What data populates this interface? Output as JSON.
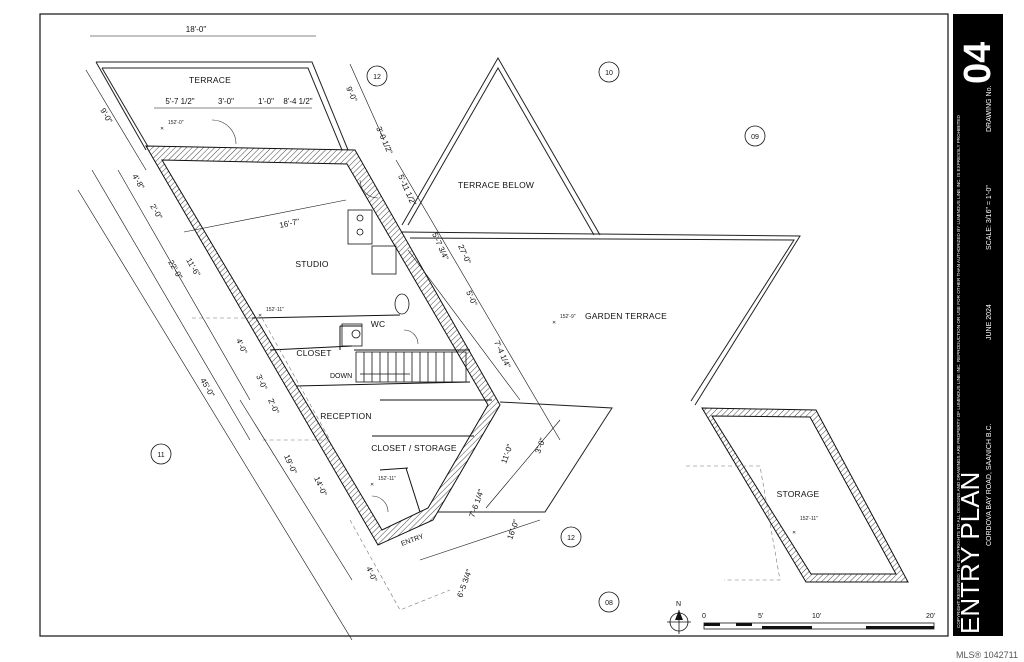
{
  "sheet": {
    "title": "ENTRY PLAN",
    "drawing_no_label": "DRAWING No.",
    "drawing_no": "04",
    "address": "CORDOVA BAY ROAD, SAANICH B.C.",
    "date": "JUNE 2024",
    "scale": "SCALE: 3/16\" = 1'-0\"",
    "copyright": "COPYRIGHT RESERVED: THE COPYRIGHTS TO ALL DESIGNS AND DRAWINGS ARE PROPERTY OF LUMINOUS LINE INC. REPRODUCTION OR USE FOR OTHER THAN AUTHORIZED BY LUMINOUS LINE INC. IS EXPRESSLY PROHIBITED",
    "mls": "MLS® 1042711"
  },
  "rooms": {
    "terrace": "TERRACE",
    "studio": "STUDIO",
    "wc": "WC",
    "closet": "CLOSET",
    "reception": "RECEPTION",
    "closet_storage": "CLOSET / STORAGE",
    "terrace_below": "TERRACE BELOW",
    "garden_terrace": "GARDEN TERRACE",
    "storage": "STORAGE"
  },
  "labels": {
    "down": "DOWN",
    "entry": "ENTRY",
    "north": "N"
  },
  "dimensions": {
    "d18_0": "18'-0\"",
    "d9_0_left": "9'-0\"",
    "d9_0_right": "9'-0\"",
    "d5_7_half": "5'-7 1/2\"",
    "d3_0_top": "3'-0\"",
    "d1_0": "1'-0\"",
    "d8_4_half": "8'-4 1/2\"",
    "d3_0_half": "3'-0 1/2\"",
    "d4_8": "4'-8\"",
    "d2_0_a": "2'-0\"",
    "d16_7": "16'-7\"",
    "d5_11_half": "5'-11 1/2\"",
    "d22_0": "22'-0\"",
    "d11_6": "11'-6\"",
    "d5_7_3q": "5'-7 3/4\"",
    "d27_0": "27'-0\"",
    "d5_0": "5'-0\"",
    "d7_4_q": "7'-4 1/4\"",
    "d4_0_a": "4'-0\"",
    "d45_0": "45'-0\"",
    "d3_0_b": "3'-0\"",
    "d2_0_b": "2'-0\"",
    "d19_0": "19'-0\"",
    "d14_0": "14'-0\"",
    "d11_0": "11'-0\"",
    "d3_0_c": "3'-0\"",
    "d7_6_q": "7'-6 1/4\"",
    "d16_0": "16'-0\"",
    "d4_0_b": "4'-0\"",
    "d6_5_3q": "6'-5 3/4\""
  },
  "callouts": {
    "c12_top": "12",
    "c10": "10",
    "c09": "09",
    "c11": "11",
    "c12_bottom": "12",
    "c08": "08"
  },
  "elevations": {
    "e_terrace": "152'-0\"",
    "e_studio": "152'-11\"",
    "e_reception": "152'-11\"",
    "e_garden": "152'-9\"",
    "e_storage": "152'-11\""
  },
  "scale_bar": {
    "ticks": [
      "0",
      "5'",
      "10'",
      "20'"
    ]
  }
}
